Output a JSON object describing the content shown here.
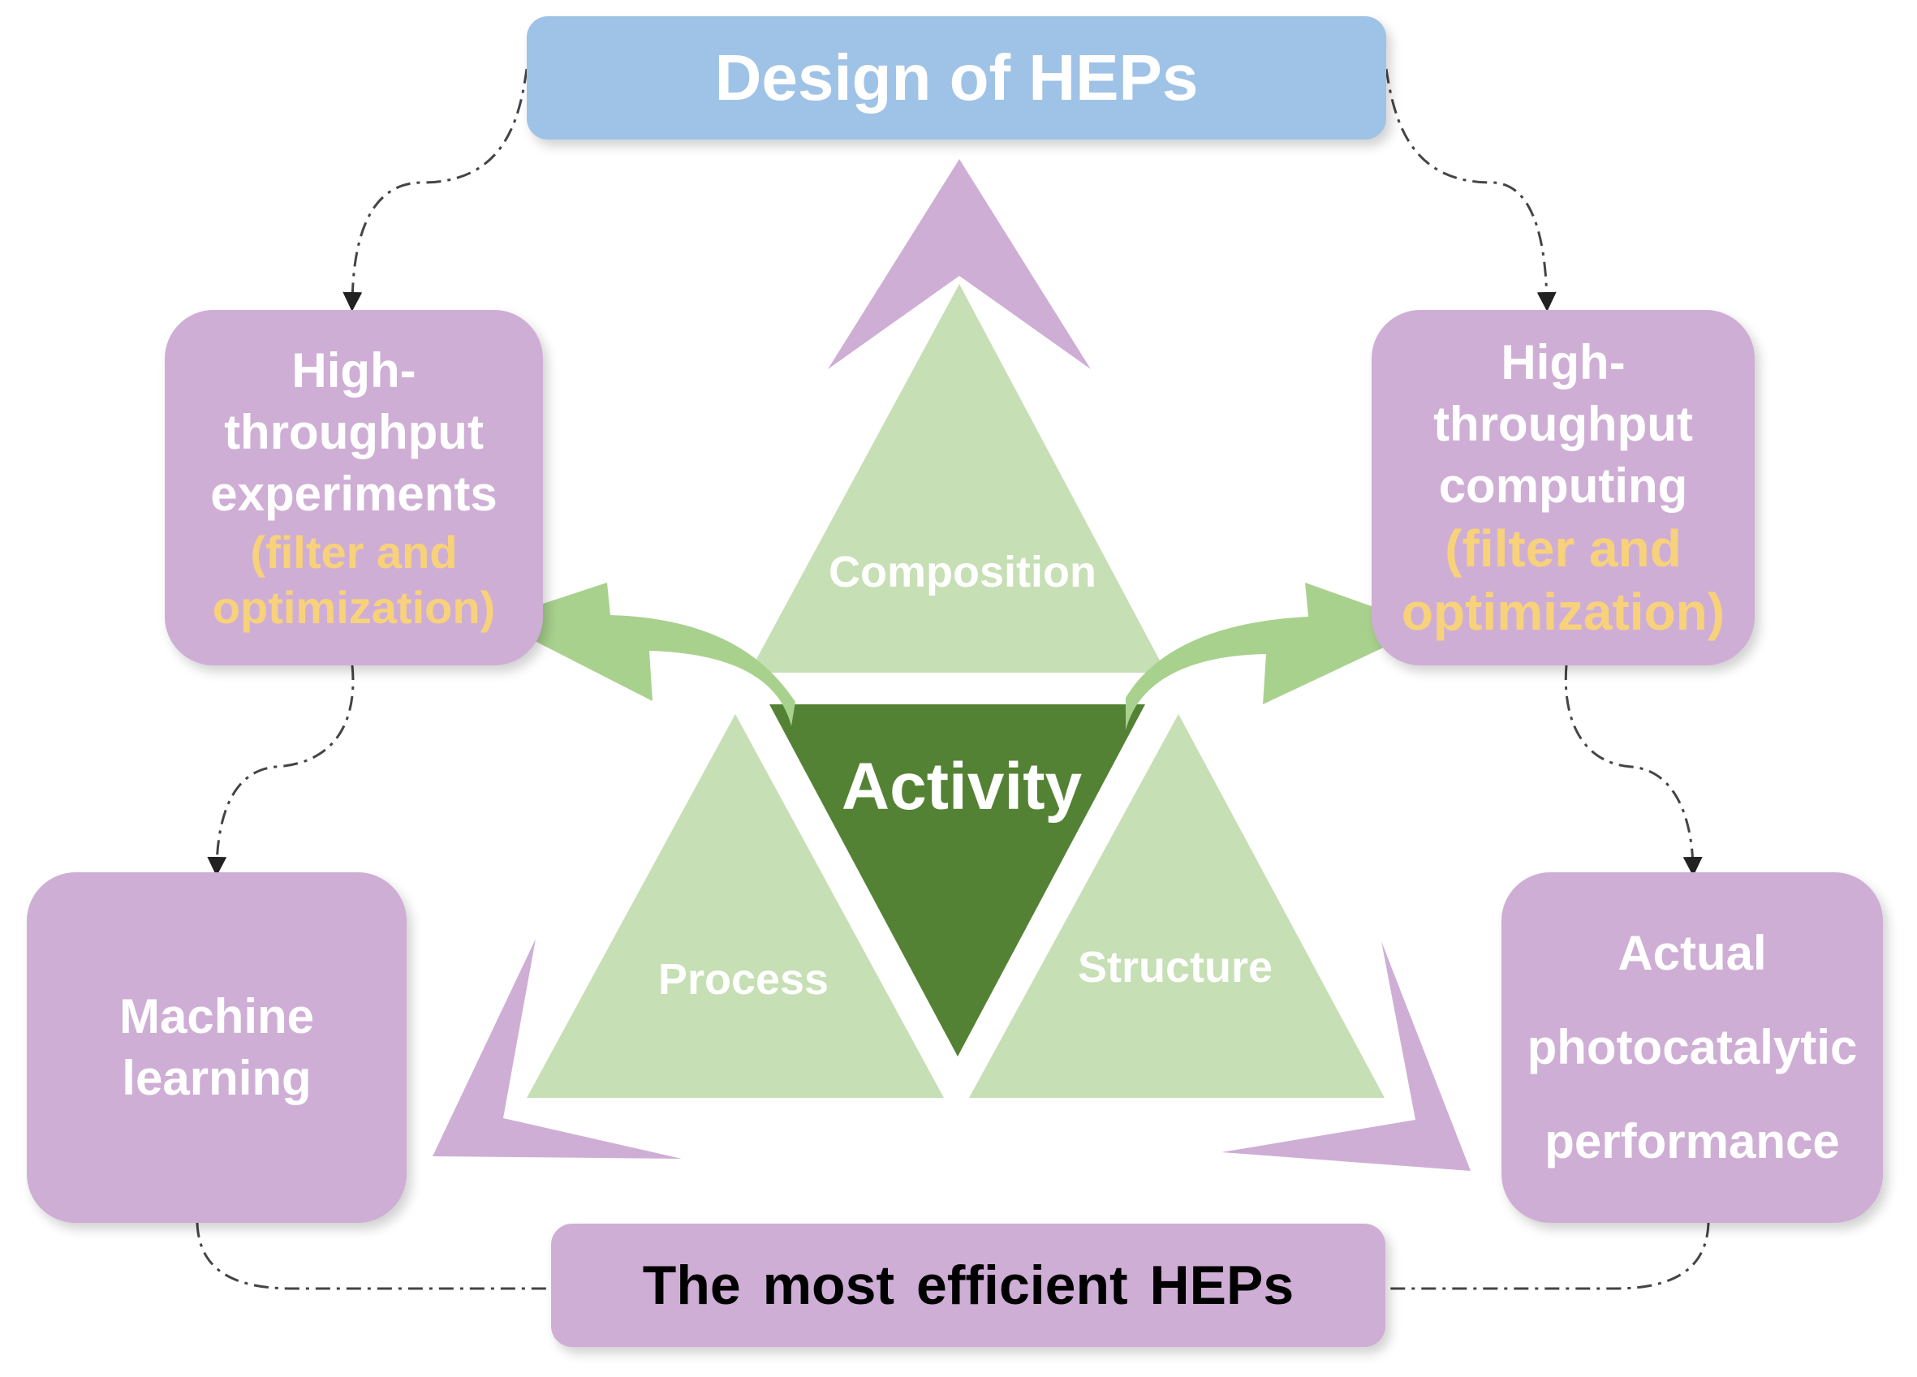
{
  "title": "Design of HEPs",
  "result": "The most efficient HEPs",
  "boxes": {
    "hte": {
      "lines": [
        "High-",
        "throughput",
        "experiments"
      ],
      "note_lines": [
        "(filter and",
        "optimization)"
      ]
    },
    "htc": {
      "lines": [
        "High-",
        "throughput",
        "computing"
      ],
      "note_lines": [
        "(filter and",
        "optimization)"
      ]
    },
    "ml": {
      "lines": [
        "Machine",
        "learning"
      ]
    },
    "app": {
      "lines": [
        "Actual",
        "photocatalytic",
        "performance"
      ]
    }
  },
  "triangles": {
    "top": "Composition",
    "left": "Process",
    "right": "Structure",
    "center": "Activity"
  },
  "colors": {
    "box_purple": "#cfaed5",
    "title_blue": "#9fc3e6",
    "triangle_light_green": "#c6dfb4",
    "triangle_dark_green": "#548235",
    "arrow_green": "#a9d18e",
    "note_yellow": "#f8d27a"
  }
}
